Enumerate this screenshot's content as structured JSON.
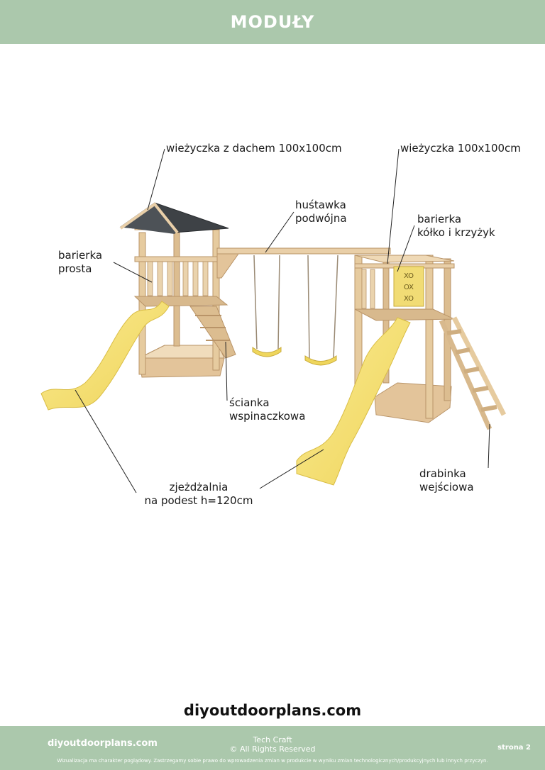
{
  "header": {
    "title": "MODUŁY"
  },
  "labels": {
    "tower_roof": "wieżyczka z dachem 100x100cm",
    "tower": "wieżyczka 100x100cm",
    "swing_1": "huśtawka",
    "swing_2": "podwójna",
    "barrier_xo_1": "barierka",
    "barrier_xo_2": "kółko i krzyżyk",
    "barrier_straight_1": "barierka",
    "barrier_straight_2": "prosta",
    "climb_wall_1": "ścianka",
    "climb_wall_2": "wspinaczkowa",
    "slide_1": "zjeżdżalnia",
    "slide_2": "na podest h=120cm",
    "ladder_1": "drabinka",
    "ladder_2": "wejściowa"
  },
  "board_marks": [
    "XO",
    "OX",
    "XO"
  ],
  "site_banner": "diyoutdoorplans.com",
  "footer": {
    "site": "diyoutdoorplans.com",
    "company": "Tech Craft",
    "rights": "© All Rights Reserved",
    "page": "strona 2",
    "disclaimer": "Wizualizacja ma charakter poglądowy. Zastrzegamy sobie prawo do wprowadzenia zmian w produkcie w wyniku zmian technologicznych/produkcyjnych lub innych przyczyn."
  },
  "colors": {
    "header": "#abc8ac",
    "wood": "#e9cfa8",
    "slide": "#f6e37a",
    "roof": "#3e4246"
  }
}
